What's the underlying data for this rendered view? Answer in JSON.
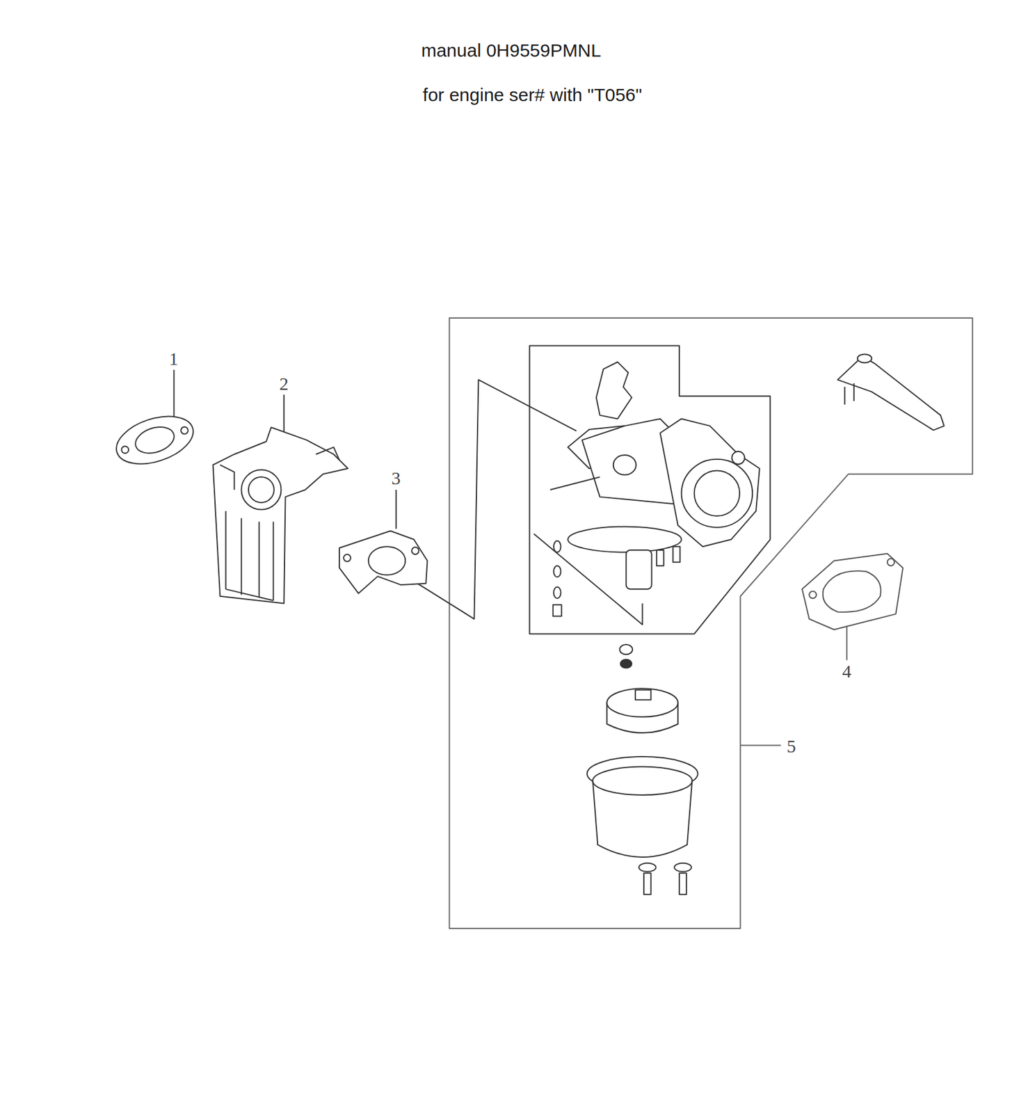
{
  "diagram": {
    "title": "manual 0H9559PMNL",
    "labels": [
      "for engine ser# with \"T056\"",
      "1",
      "2",
      "3",
      "4",
      "5"
    ]
  }
}
